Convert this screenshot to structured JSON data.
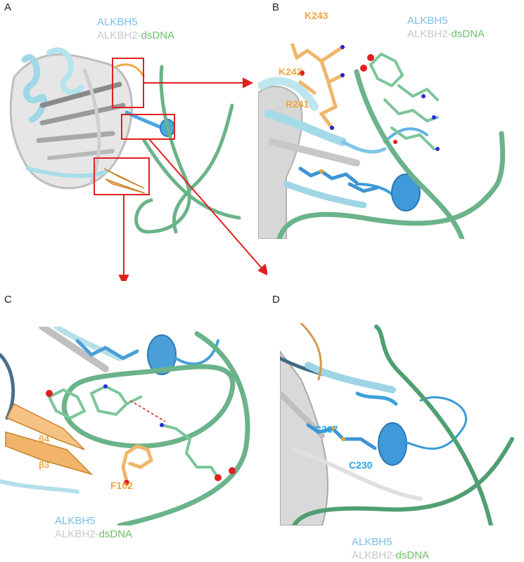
{
  "panels": {
    "a": {
      "letter": "A",
      "legend": {
        "line1": "ALKBH5",
        "line2_part1": "ALKBH2-",
        "line2_part2": "dsDNA"
      }
    },
    "b": {
      "letter": "B",
      "legend": {
        "line1": "ALKBH5",
        "line2_part1": "ALKBH2-",
        "line2_part2": "dsDNA"
      },
      "residues": [
        "K243",
        "K242",
        "R241"
      ]
    },
    "c": {
      "letter": "C",
      "legend": {
        "line1": "ALKBH5",
        "line2_part1": "ALKBH2-",
        "line2_part2": "dsDNA"
      },
      "residues": [
        "F102"
      ],
      "strands": [
        "β4",
        "β3"
      ]
    },
    "d": {
      "letter": "D",
      "legend": {
        "line1": "ALKBH5",
        "line2_part1": "ALKBH2-",
        "line2_part2": "dsDNA"
      },
      "residues": [
        "C267",
        "C230"
      ]
    }
  },
  "colors": {
    "alkbh5": "#7bbde6",
    "alkbh2": "#c8c8c8",
    "dsdna": "#6cc06a",
    "highlight_orange": "#f0a642",
    "highlight_blue": "#2aa3df",
    "callout_red": "#e02020"
  }
}
